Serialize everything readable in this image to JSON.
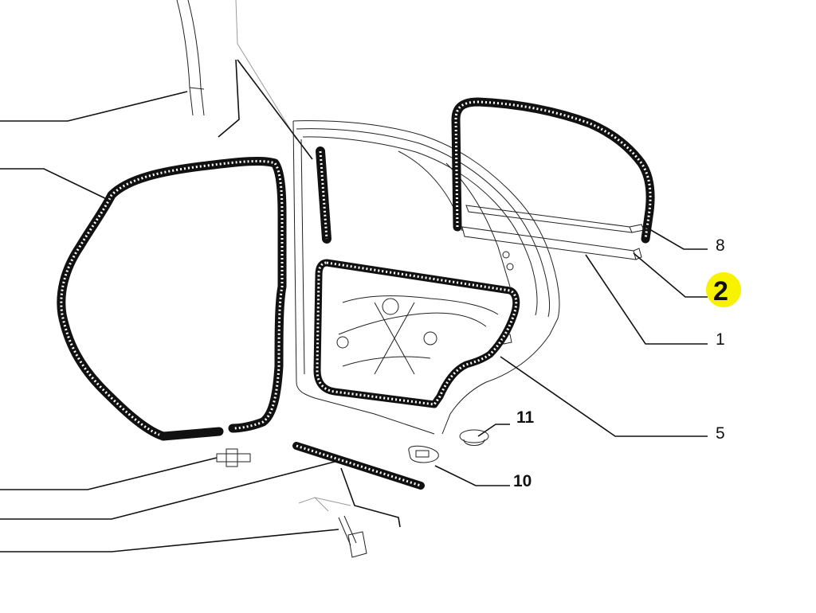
{
  "diagram": {
    "labels": [
      {
        "id": "8",
        "text": "8",
        "bold": false,
        "highlight": false
      },
      {
        "id": "2",
        "text": "2",
        "bold": true,
        "highlight": true
      },
      {
        "id": "1",
        "text": "1",
        "bold": false,
        "highlight": false
      },
      {
        "id": "5",
        "text": "5",
        "bold": false,
        "highlight": false
      },
      {
        "id": "11",
        "text": "11",
        "bold": true,
        "highlight": false
      },
      {
        "id": "10",
        "text": "10",
        "bold": true,
        "highlight": false
      }
    ],
    "colors": {
      "highlight": "#f6f200",
      "line": "#111111",
      "background": "#ffffff"
    }
  }
}
